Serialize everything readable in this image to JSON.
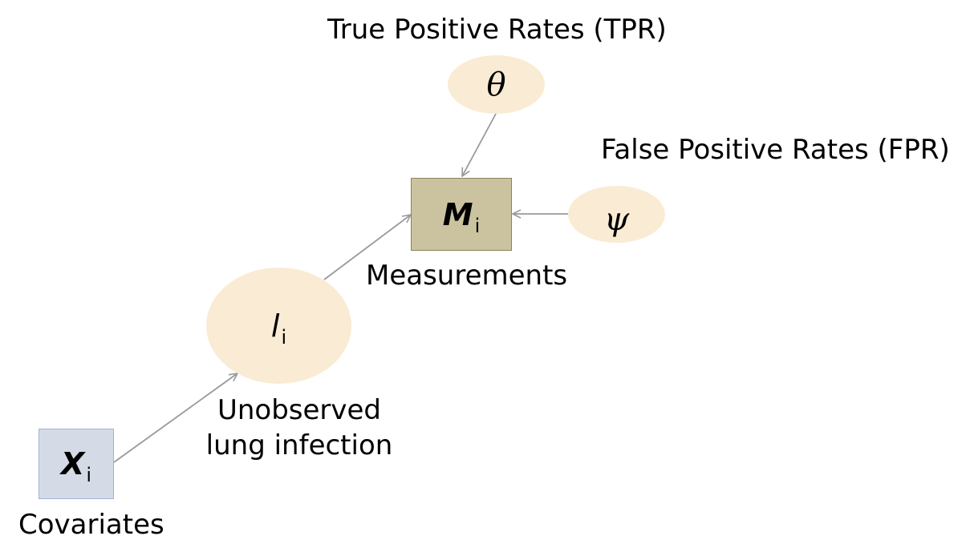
{
  "labels": {
    "tpr": "True Positive Rates (TPR)",
    "fpr": "False Positive Rates (FPR)",
    "measurements": "Measurements",
    "unobserved_line1": "Unobserved",
    "unobserved_line2": "lung infection",
    "covariates": "Covariates"
  },
  "nodes": {
    "theta": {
      "symbol": "θ"
    },
    "psi": {
      "symbol": "ψ"
    },
    "m": {
      "main": "M",
      "sub": "i"
    },
    "l": {
      "main": "l",
      "sub": "i"
    },
    "x": {
      "main": "X",
      "sub": "i"
    }
  },
  "colors": {
    "ellipse_fill": "#faebd4",
    "m_box_fill": "#cbc39f",
    "m_box_border": "#8c8356",
    "x_box_fill": "#d5dbe6",
    "x_box_border": "#9eb4d6",
    "edge": "#999999"
  },
  "edges": [
    {
      "from": "theta",
      "to": "m"
    },
    {
      "from": "psi",
      "to": "m"
    },
    {
      "from": "l",
      "to": "m"
    },
    {
      "from": "x",
      "to": "l"
    }
  ]
}
